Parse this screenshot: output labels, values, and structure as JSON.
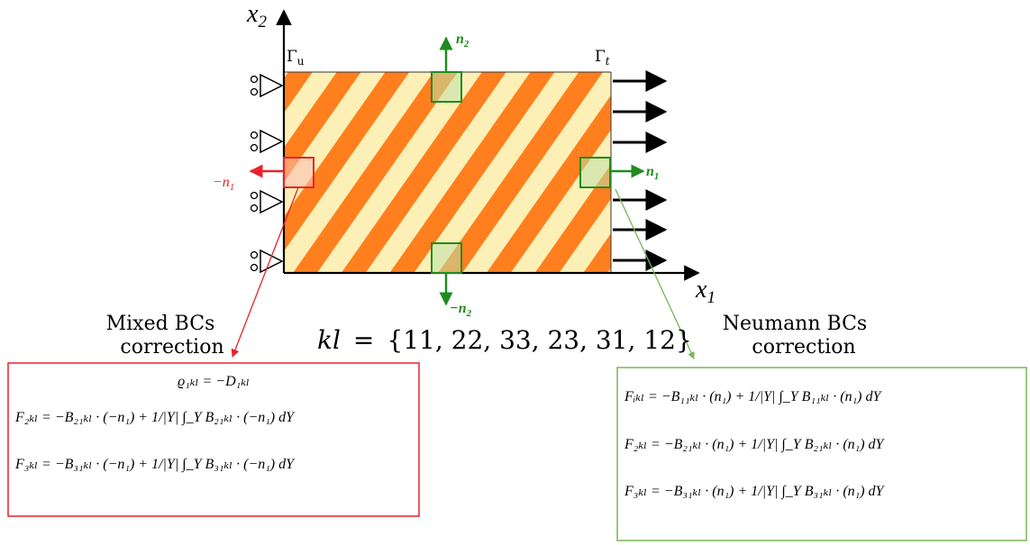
{
  "axes": {
    "x1_label": "x",
    "x1_sub": "1",
    "x2_label": "x",
    "x2_sub": "2"
  },
  "boundaries": {
    "gamma_u": "Γ",
    "gamma_u_sub": "u",
    "gamma_t": "Γ",
    "gamma_t_sub": "t"
  },
  "normals": {
    "n2": "n",
    "n2_sub": "2",
    "n1": "n",
    "n1_sub": "1",
    "minus_n1": "−n",
    "minus_n1_sub": "1",
    "minus_n2": "−n",
    "minus_n2_sub": "2"
  },
  "kl_set": {
    "lhs": "kl",
    "eq": "=",
    "rhs": "{11, 22, 33, 23, 31, 12}"
  },
  "mixed": {
    "title_line1": "Mixed BCs",
    "title_line2": "correction",
    "eq1": "ϱ₁ₖₗ = −D₁ₖₗ",
    "eq2": "F₂ₖₗ = −B₂₁ₖₗ · (−n₁) + 1/|Y| ∫_Y B₂₁ₖₗ · (−n₁) dY",
    "eq3": "F₃ₖₗ = −B₃₁ₖₗ · (−n₁) + 1/|Y| ∫_Y B₃₁ₖₗ · (−n₁) dY"
  },
  "neumann": {
    "title_line1": "Neumann BCs",
    "title_line2": "correction",
    "eq1": "Fᵢₖₗ = −B₁₁ₖₗ · (n₁) + 1/|Y| ∫_Y B₁₁ₖₗ · (n₁) dY",
    "eq2": "F₂ₖₗ = −B₂₁ₖₗ · (n₁) + 1/|Y| ∫_Y B₂₁ₖₗ · (n₁) dY",
    "eq3": "F₃ₖₗ = −B₃₁ₖₗ · (n₁) + 1/|Y| ∫_Y B₃₁ₖₗ · (n₁) dY"
  },
  "colors": {
    "stripe_dark": "#ff7f1e",
    "stripe_light": "#fdf0b6",
    "green": "#1f8c1f",
    "red": "#e8222a",
    "box_green": "#7ab557"
  }
}
